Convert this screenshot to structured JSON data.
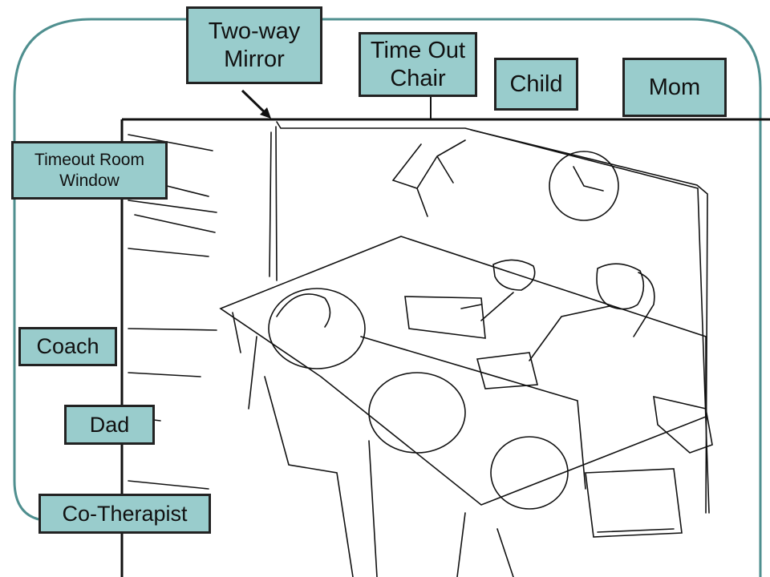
{
  "labels": {
    "two_way_mirror": "Two-way\nMirror",
    "time_out_chair": "Time Out\nChair",
    "child": "Child",
    "mom": "Mom",
    "timeout_room_window": "Timeout Room\nWindow",
    "coach": "Coach",
    "dad": "Dad",
    "co_therapist": "Co-Therapist"
  },
  "colors": {
    "label_fill": "#99cccc",
    "frame_stroke": "#4f8f8f",
    "ink": "#111111"
  }
}
